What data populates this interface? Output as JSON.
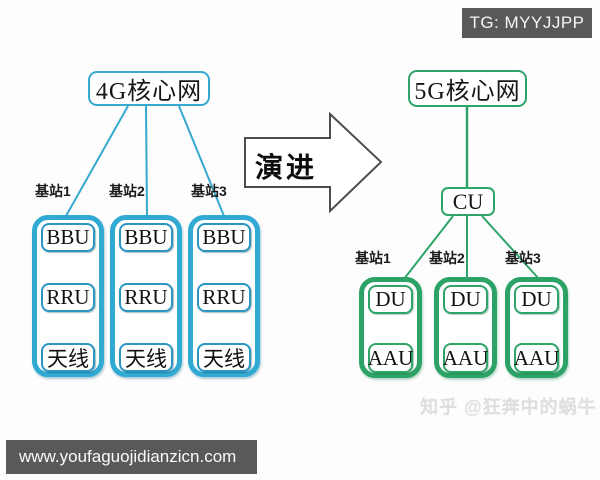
{
  "badge": {
    "tg": "TG: MYYJJPP"
  },
  "footer": {
    "url": "www.youfaguojidianzicn.com"
  },
  "watermark": {
    "credit": "知乎 @狂奔中的蜗牛"
  },
  "arrow": {
    "label": "演进"
  },
  "colors": {
    "cyan_4g": "#30a9d3",
    "green_5g": "#2da266",
    "badge_gray": "#58595b",
    "arrow_outline": "#4d4d4d"
  },
  "left": {
    "core": "4G核心网",
    "stations": [
      {
        "label": "基站1",
        "units": [
          "BBU",
          "RRU",
          "天线"
        ]
      },
      {
        "label": "基站2",
        "units": [
          "BBU",
          "RRU",
          "天线"
        ]
      },
      {
        "label": "基站3",
        "units": [
          "BBU",
          "RRU",
          "天线"
        ]
      }
    ]
  },
  "right": {
    "core": "5G核心网",
    "cu": "CU",
    "stations": [
      {
        "label": "基站1",
        "units": [
          "DU",
          "AAU"
        ]
      },
      {
        "label": "基站2",
        "units": [
          "DU",
          "AAU"
        ]
      },
      {
        "label": "基站3",
        "units": [
          "DU",
          "AAU"
        ]
      }
    ]
  }
}
